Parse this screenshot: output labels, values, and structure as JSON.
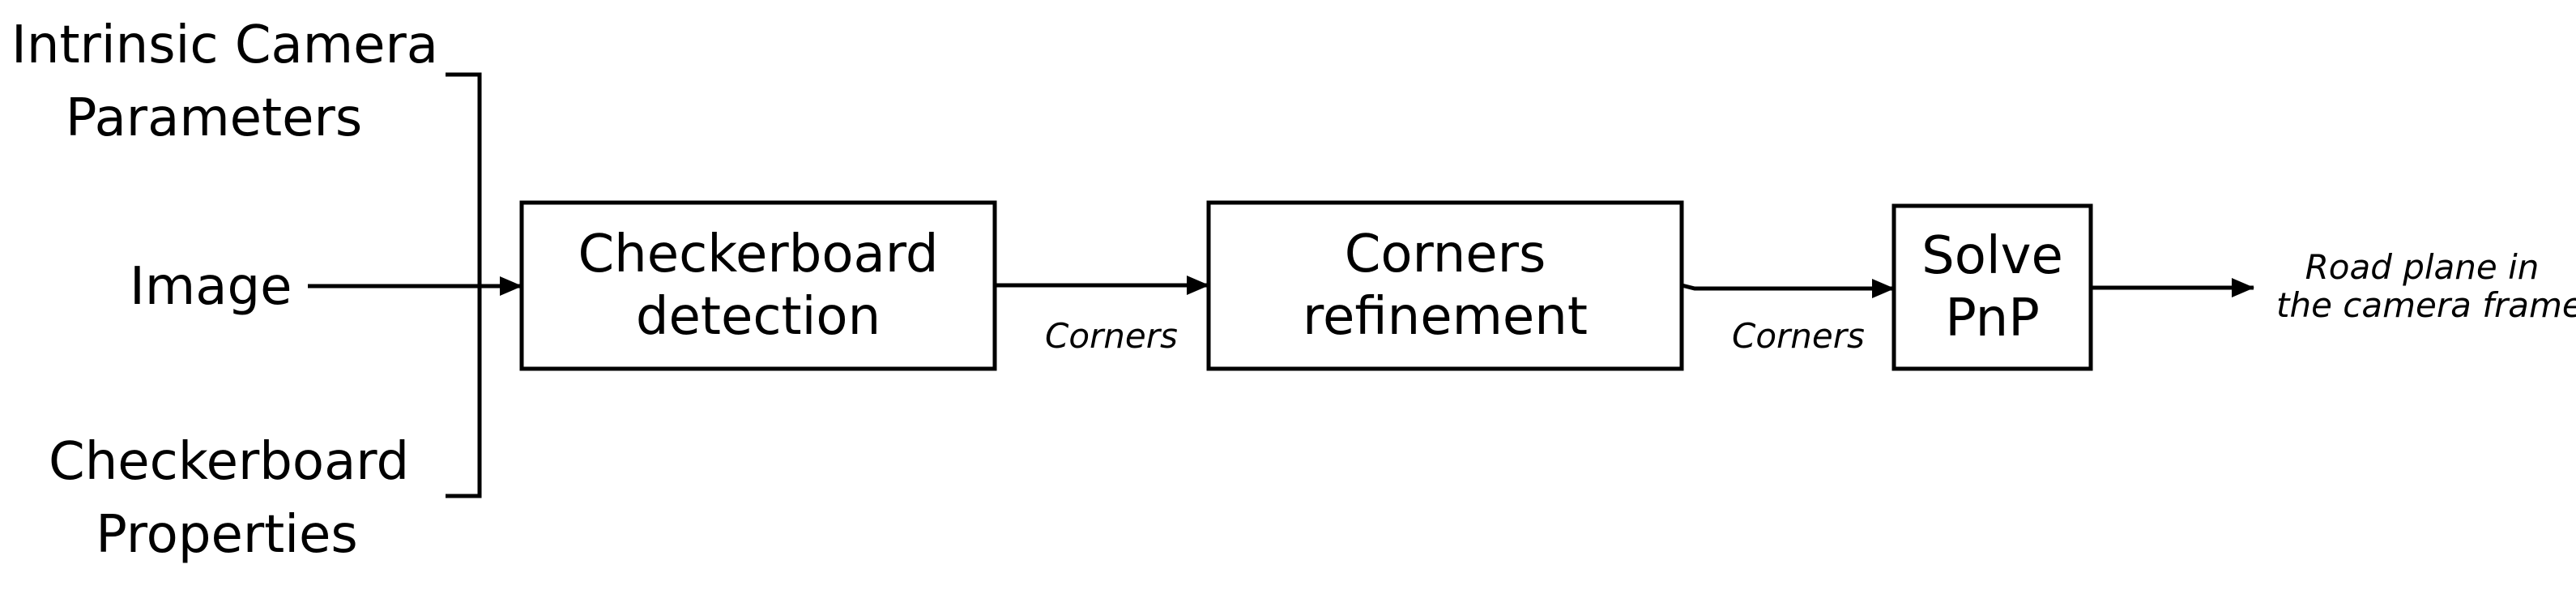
{
  "inputs": {
    "intrinsic_line1": "Intrinsic Camera",
    "intrinsic_line2": "Parameters",
    "image": "Image",
    "checkerboard_line1": "Checkerboard",
    "checkerboard_line2": "Properties"
  },
  "blocks": {
    "detection_line1": "Checkerboard",
    "detection_line2": "detection",
    "refinement_line1": "Corners",
    "refinement_line2": "refinement",
    "solve_line1": "Solve",
    "solve_line2": "PnP"
  },
  "edges": {
    "corners_1": "Corners",
    "corners_2": "Corners"
  },
  "output": {
    "line1": "Road plane in",
    "line2": "the camera frame"
  },
  "colors": {
    "stroke": "#000000",
    "background": "#ffffff"
  }
}
